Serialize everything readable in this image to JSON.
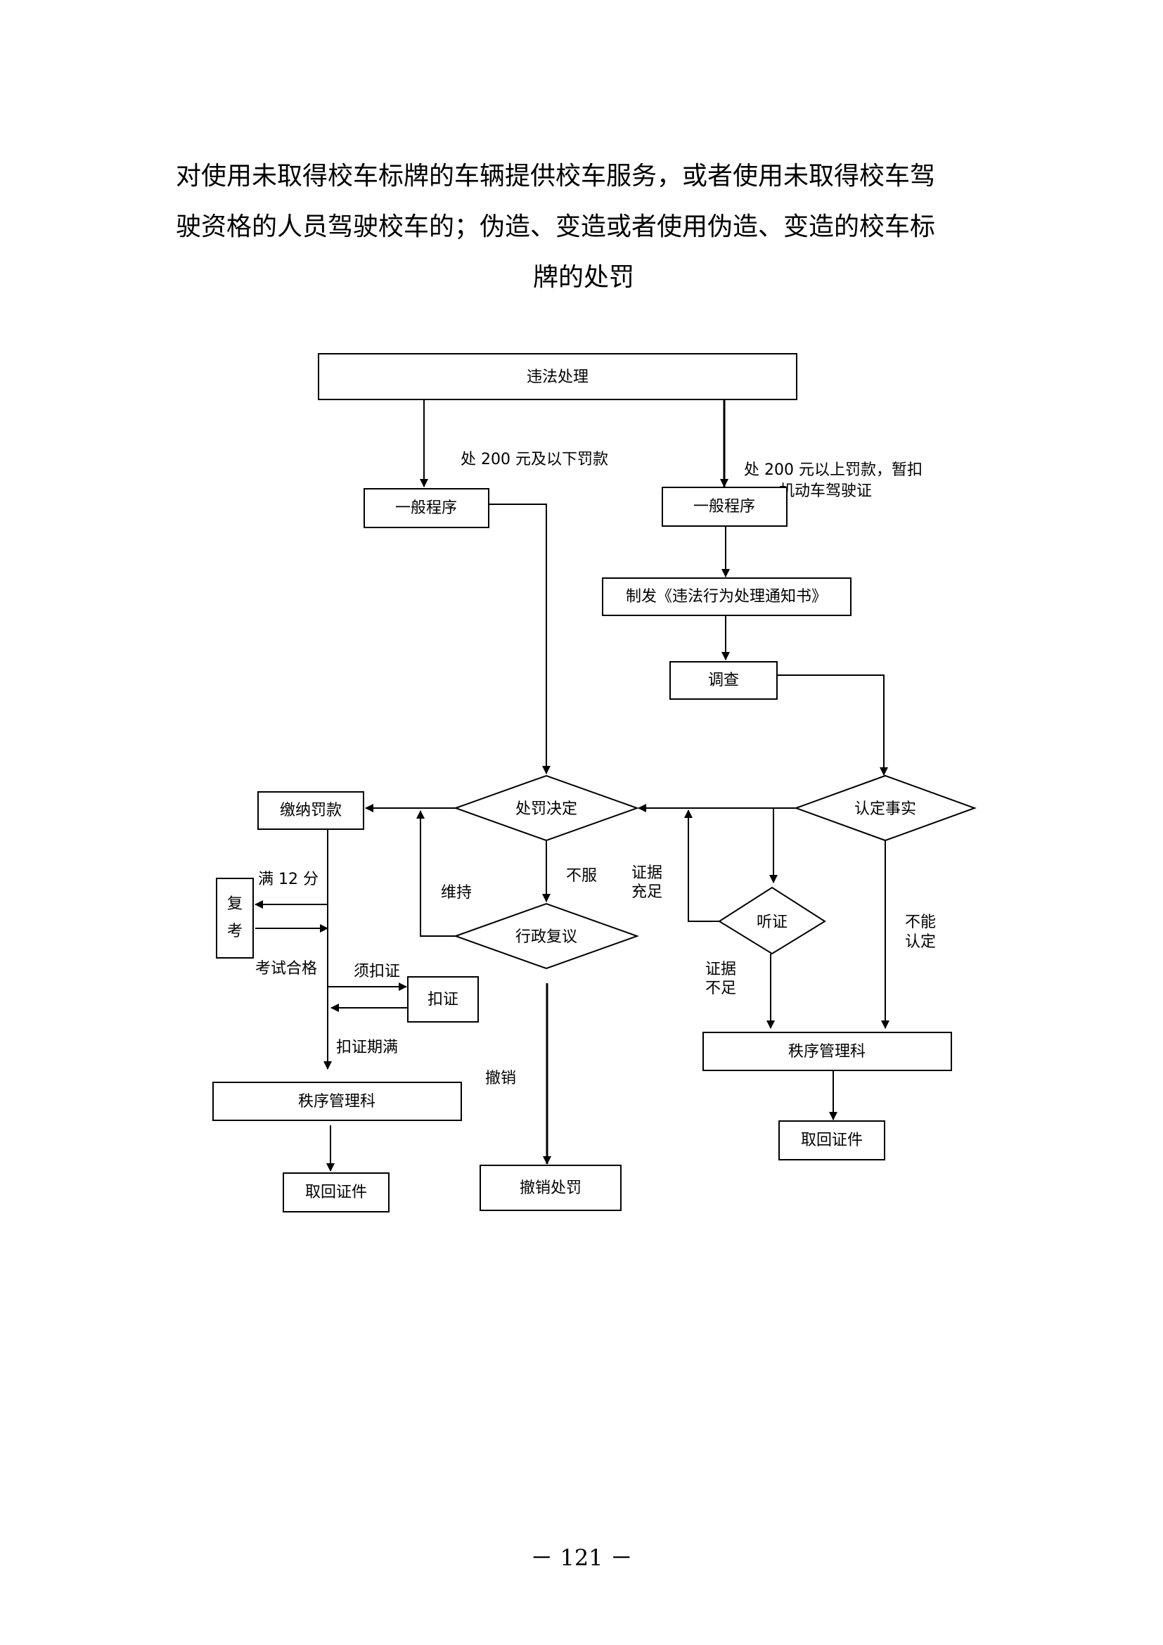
{
  "title": {
    "line1": "对使用未取得校车标牌的车辆提供校车服务，或者使用未取得校车驾",
    "line2": "驶资格的人员驾驶校车的；伪造、变造或者使用伪造、变造的校车标",
    "line3": "牌的处罚"
  },
  "nodes": {
    "start": "违法处理",
    "general_left": "一般程序",
    "general_right": "一般程序",
    "notice": "制发《违法行为处理通知书》",
    "investigate": "调查",
    "decision": "处罚决定",
    "confirm": "认定事实",
    "pay_fine": "缴纳罚款",
    "review": "行政复议",
    "hearing": "听证",
    "reexam": [
      "复",
      "考"
    ],
    "seize": "扣证",
    "order_left": "秩序管理科",
    "order_right": "秩序管理科",
    "retrieve_left": "取回证件",
    "retrieve_right": "取回证件",
    "revoke": "撤销处罚"
  },
  "edges": {
    "fine_low": "处 200 元及以下罚款",
    "fine_high_1": "处 200 元以上罚款，暂扣",
    "fine_high_2": "机动车驾驶证",
    "full12": "满 12 分",
    "exam_pass": "考试合格",
    "must_seize": "须扣证",
    "seize_expire": "扣证期满",
    "maintain": "维持",
    "disagree": "不服",
    "evidence_ok_1": "证据",
    "evidence_ok_2": "充足",
    "evidence_lack_1": "证据",
    "evidence_lack_2": "不足",
    "cannot_1": "不能",
    "cannot_2": "认定",
    "revoke_label": "撤销"
  },
  "footer": {
    "page": "－ 121 －"
  }
}
